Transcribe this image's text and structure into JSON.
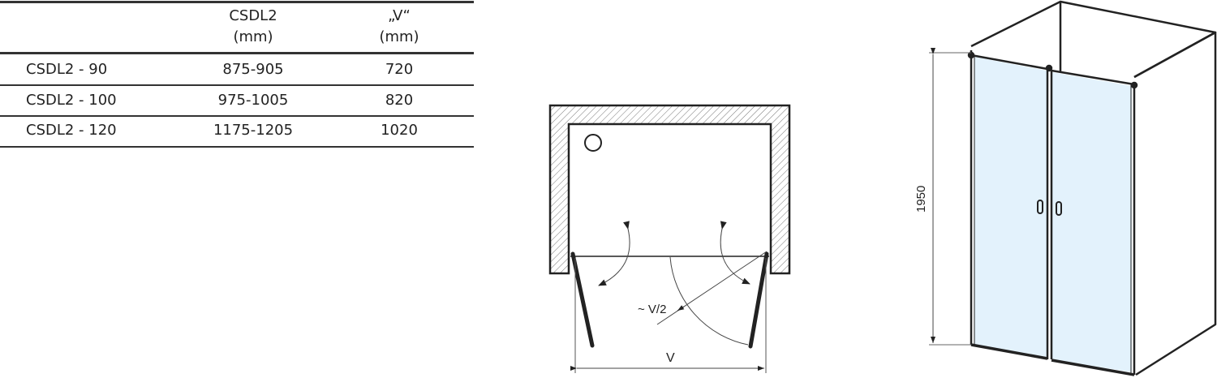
{
  "table": {
    "headers": [
      {
        "line1": "",
        "line2": ""
      },
      {
        "line1": "CSDL2",
        "line2": "(mm)"
      },
      {
        "line1": "„V“",
        "line2": "(mm)"
      }
    ],
    "rows": [
      {
        "model": "CSDL2 - 90",
        "size": "875-905",
        "v": "720"
      },
      {
        "model": "CSDL2 - 100",
        "size": "975-1005",
        "v": "820"
      },
      {
        "model": "CSDL2 - 120",
        "size": "1175-1205",
        "v": "1020"
      }
    ]
  },
  "floor_plan": {
    "half_label": "~ V/2",
    "width_label": "V"
  },
  "elevation": {
    "height_label": "1950",
    "glass_color": "#e3f2fc"
  }
}
